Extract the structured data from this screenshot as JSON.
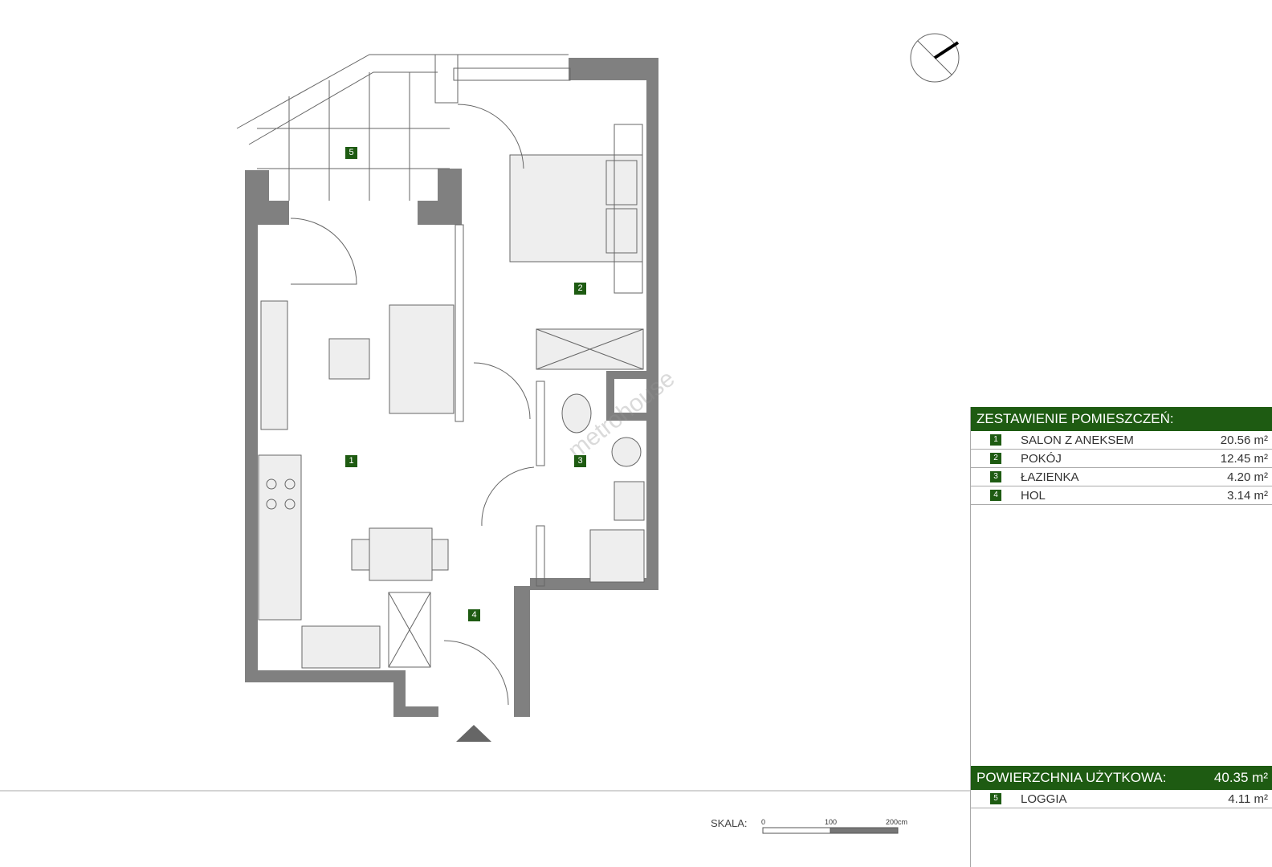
{
  "rooms": [
    {
      "num": "1",
      "name": "SALON Z ANEKSEM",
      "area": "20.56 m²"
    },
    {
      "num": "2",
      "name": "POKÓJ",
      "area": "12.45 m²"
    },
    {
      "num": "3",
      "name": "ŁAZIENKA",
      "area": "4.20 m²"
    },
    {
      "num": "4",
      "name": "HOL",
      "area": "3.14 m²"
    }
  ],
  "legend_title": "ZESTAWIENIE POMIESZCZEŃ:",
  "usable_label": "POWIERZCHNIA UŻYTKOWA:",
  "usable_area": "40.35 m²",
  "loggia": {
    "num": "5",
    "name": "LOGGIA",
    "area": "4.11 m²"
  },
  "scale": {
    "label": "SKALA:",
    "t0": "0",
    "t1": "100",
    "t2": "200cm"
  },
  "watermark": "metrohouse",
  "colors": {
    "green": "#1e5b12",
    "wall": "#808080"
  }
}
